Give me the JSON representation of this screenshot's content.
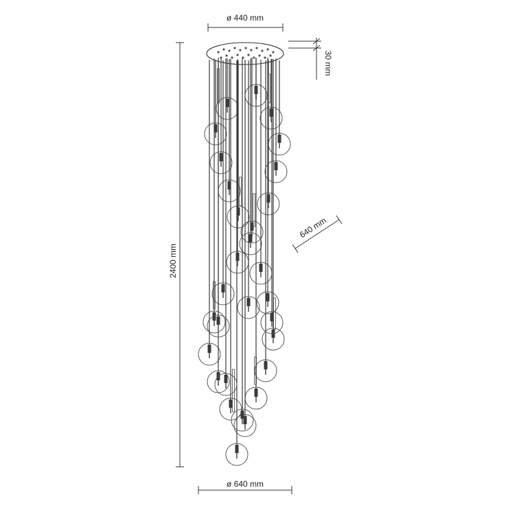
{
  "drawing": {
    "subject": "pendant-chandelier-dimension-drawing",
    "dimensions": {
      "canopy_diameter": "ø 440 mm",
      "canopy_height": "30 mm",
      "total_height": "2400 mm",
      "cluster_width": "640 mm",
      "bottom_diameter": "ø 640 mm"
    },
    "globe_count": 30,
    "colors": {
      "line": "#333333",
      "globe": "#555555",
      "background": "#ffffff"
    }
  }
}
